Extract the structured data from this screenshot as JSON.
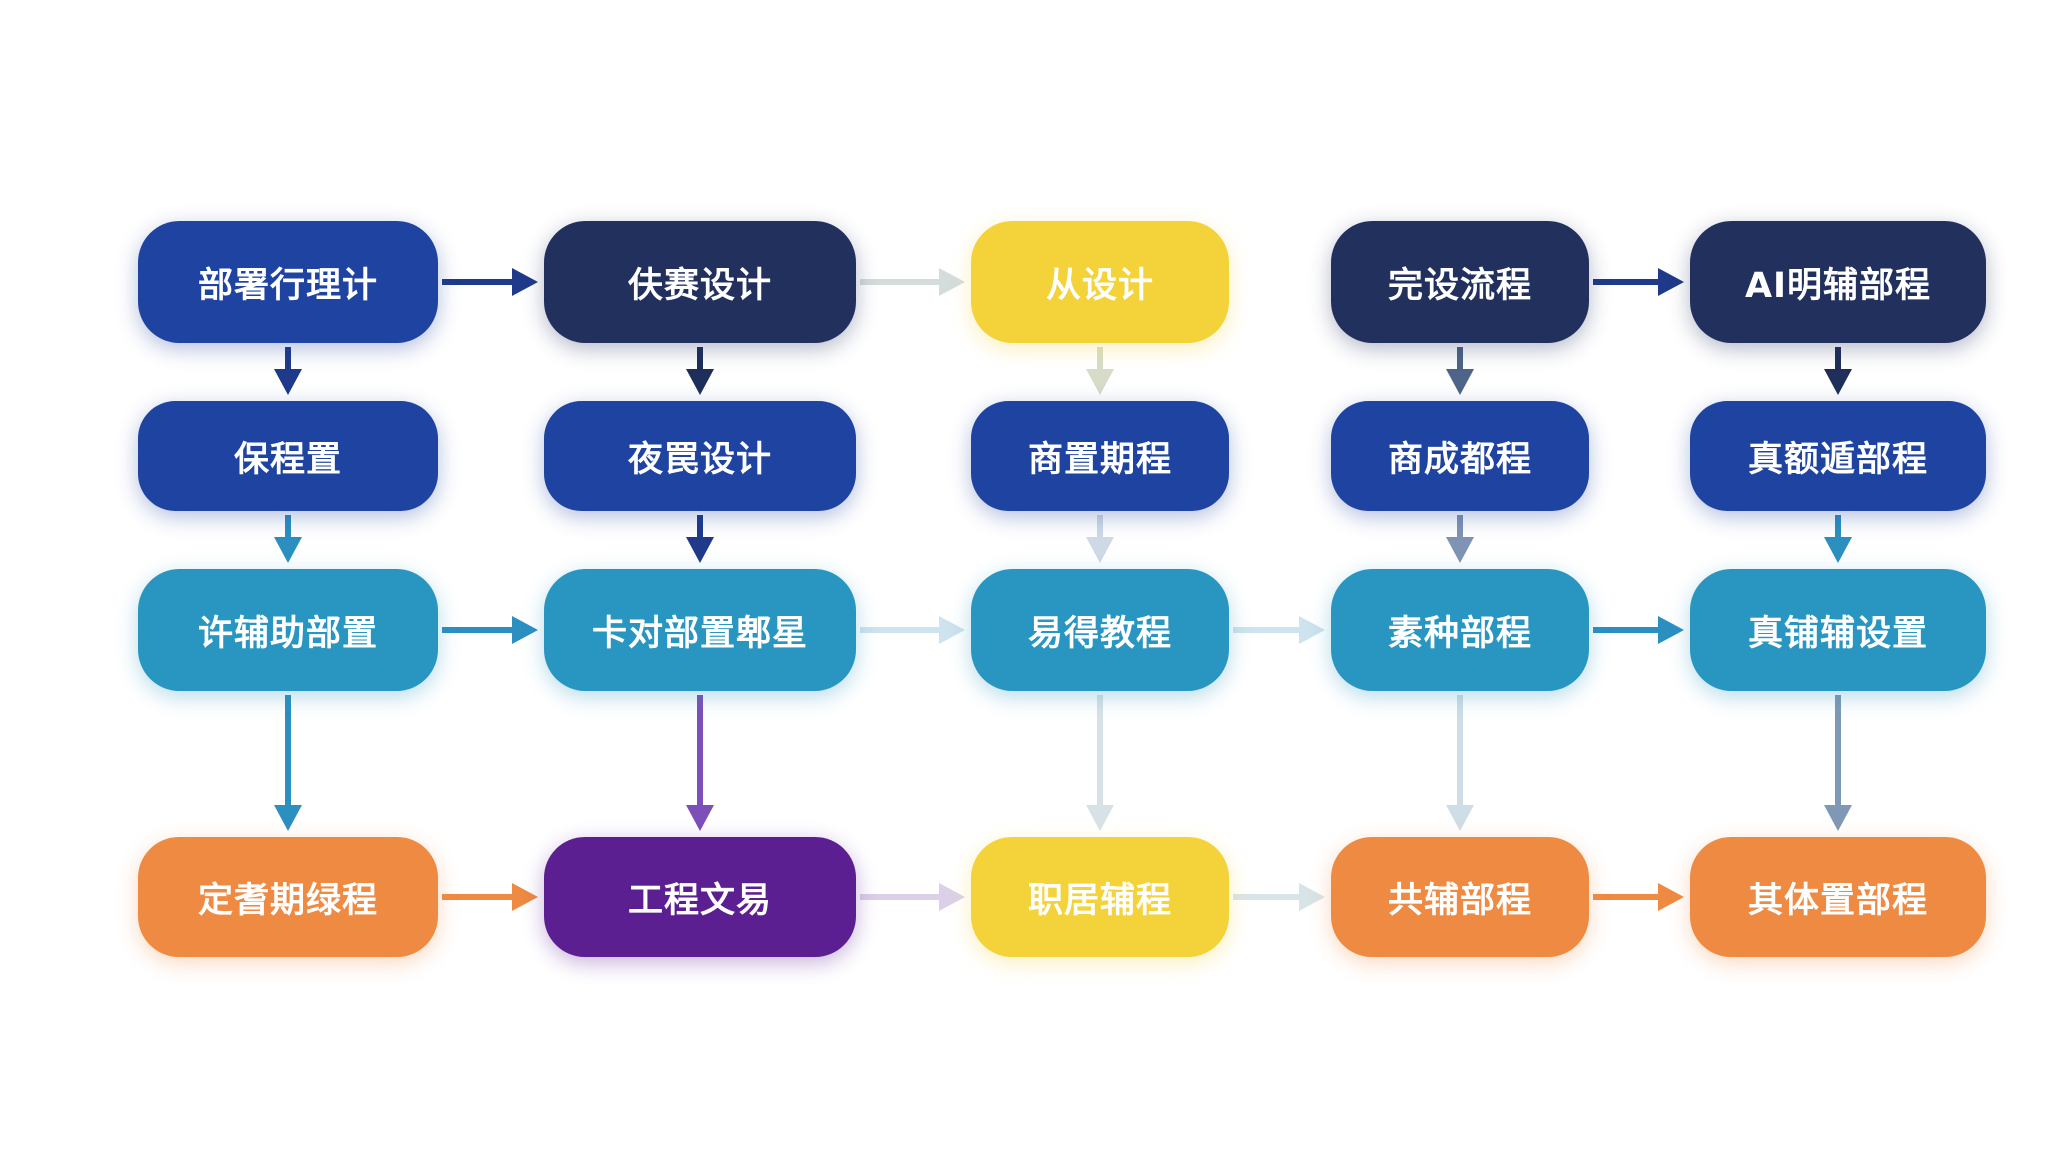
{
  "diagram": {
    "colors": {
      "blue": "#1f43a0",
      "navy": "#22305e",
      "teal": "#2996c1",
      "orange": "#ef8a43",
      "purple": "#5c1f92",
      "yellow": "#f4d23a"
    },
    "nodes": [
      {
        "id": "n11",
        "label": "部署行理计",
        "color": "blue"
      },
      {
        "id": "n12",
        "label": "保程置",
        "color": "blue"
      },
      {
        "id": "n13",
        "label": "许辅助部置",
        "color": "teal"
      },
      {
        "id": "n14",
        "label": "定耆期绿程",
        "color": "orange"
      },
      {
        "id": "n21",
        "label": "伕赛设计",
        "color": "navy"
      },
      {
        "id": "n22",
        "label": "夜罠设计",
        "color": "blue"
      },
      {
        "id": "n23",
        "label": "卡对部置郫星",
        "color": "teal"
      },
      {
        "id": "n24",
        "label": "工程文易",
        "color": "purple"
      },
      {
        "id": "n31",
        "label": "从设计",
        "color": "yellow"
      },
      {
        "id": "n32",
        "label": "商置期程",
        "color": "blue"
      },
      {
        "id": "n33",
        "label": "易得教程",
        "color": "teal"
      },
      {
        "id": "n34",
        "label": "职居辅程",
        "color": "yellow"
      },
      {
        "id": "n41",
        "label": "完设流程",
        "color": "navy"
      },
      {
        "id": "n42",
        "label": "商成都程",
        "color": "blue"
      },
      {
        "id": "n43",
        "label": "素种部程",
        "color": "teal"
      },
      {
        "id": "n44",
        "label": "共辅部程",
        "color": "orange"
      },
      {
        "id": "n51",
        "label": "AI明辅部程",
        "color": "navy"
      },
      {
        "id": "n52",
        "label": "真额遁部程",
        "color": "blue"
      },
      {
        "id": "n53",
        "label": "真铺辅设置",
        "color": "teal"
      },
      {
        "id": "n54",
        "label": "其体置部程",
        "color": "orange"
      }
    ],
    "edges": [
      {
        "from": "n11",
        "to": "n21",
        "color": "#1f3a8a"
      },
      {
        "from": "n21",
        "to": "n31",
        "color": "#d4dcdc"
      },
      {
        "from": "n41",
        "to": "n51",
        "color": "#1f3a8a"
      },
      {
        "from": "n13",
        "to": "n23",
        "color": "#2b8fc0"
      },
      {
        "from": "n23",
        "to": "n33",
        "color": "#cde3ee"
      },
      {
        "from": "n33",
        "to": "n43",
        "color": "#cde3ee"
      },
      {
        "from": "n43",
        "to": "n53",
        "color": "#2b8fc0"
      },
      {
        "from": "n14",
        "to": "n24",
        "color": "#ef8a43"
      },
      {
        "from": "n24",
        "to": "n34",
        "color": "#dcd0e8"
      },
      {
        "from": "n34",
        "to": "n44",
        "color": "#d8e4e8"
      },
      {
        "from": "n44",
        "to": "n54",
        "color": "#ef8a43"
      },
      {
        "from": "n11",
        "to": "n12",
        "color": "#1f3a8a"
      },
      {
        "from": "n12",
        "to": "n13",
        "color": "#2b8fc0"
      },
      {
        "from": "n13",
        "to": "n14",
        "color": "#2b8fc0"
      },
      {
        "from": "n21",
        "to": "n22",
        "color": "#1f2f5a"
      },
      {
        "from": "n22",
        "to": "n23",
        "color": "#1f3a8a"
      },
      {
        "from": "n23",
        "to": "n24",
        "color": "#7d4fb8"
      },
      {
        "from": "n31",
        "to": "n32",
        "color": "#d6dcc8"
      },
      {
        "from": "n32",
        "to": "n33",
        "color": "#cfd9e6"
      },
      {
        "from": "n33",
        "to": "n34",
        "color": "#d8e2e6"
      },
      {
        "from": "n41",
        "to": "n42",
        "color": "#4e6488"
      },
      {
        "from": "n42",
        "to": "n43",
        "color": "#7f94b4"
      },
      {
        "from": "n43",
        "to": "n44",
        "color": "#cfdde6"
      },
      {
        "from": "n51",
        "to": "n52",
        "color": "#1f2f5a"
      },
      {
        "from": "n52",
        "to": "n53",
        "color": "#2b8fc0"
      },
      {
        "from": "n53",
        "to": "n54",
        "color": "#7f98b6"
      }
    ]
  }
}
